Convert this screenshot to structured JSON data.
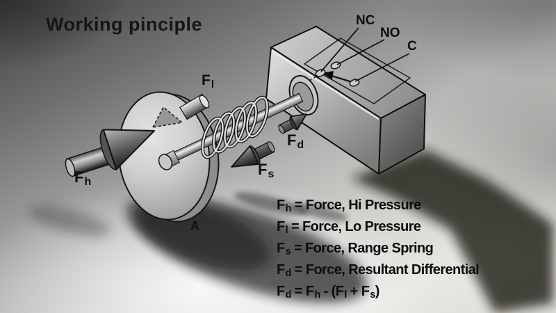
{
  "title": "Working pinciple",
  "palette": {
    "bg_dark": "#4a4a4a",
    "bg_light": "#ecebe8",
    "metal_light": "#d6d6d4",
    "metal_mid": "#9a9a98",
    "metal_dark": "#4e4e4c",
    "outline": "#141414",
    "text": "#0e0e0e",
    "shadow": "#141412"
  },
  "diagram": {
    "switch_labels": {
      "nc": "NC",
      "no": "NO",
      "c": "C"
    },
    "part_label_a": "A",
    "force_labels": {
      "fh": {
        "main": "F",
        "sub": "h"
      },
      "fl": {
        "main": "F",
        "sub": "l"
      },
      "fs": {
        "main": "F",
        "sub": "s"
      },
      "fd": {
        "main": "F",
        "sub": "d"
      }
    }
  },
  "legend": {
    "lines": [
      [
        {
          "t": "F"
        },
        {
          "sub": "h"
        },
        {
          "t": " = Force, Hi Pressure"
        }
      ],
      [
        {
          "t": "F"
        },
        {
          "sub": "l"
        },
        {
          "t": " = Force, Lo Pressure"
        }
      ],
      [
        {
          "t": "F"
        },
        {
          "sub": "s"
        },
        {
          "t": " = Force, Range Spring"
        }
      ],
      [
        {
          "t": "F"
        },
        {
          "sub": "d"
        },
        {
          "t": " = Force, Resultant Differential"
        }
      ],
      [
        {
          "t": "F"
        },
        {
          "sub": "d"
        },
        {
          "t": " = F"
        },
        {
          "sub": "h"
        },
        {
          "t": " - (F"
        },
        {
          "sub": "l"
        },
        {
          "t": " + F"
        },
        {
          "sub": "s"
        },
        {
          "t": ")"
        }
      ]
    ]
  }
}
